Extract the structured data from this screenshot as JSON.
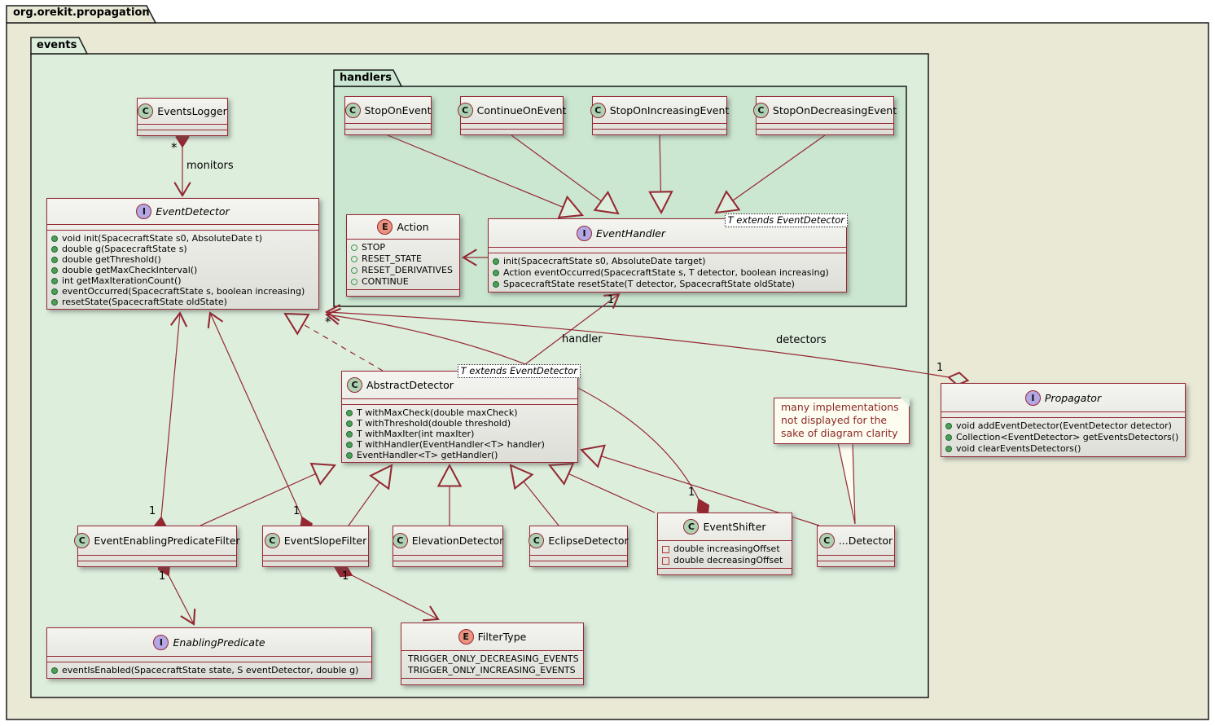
{
  "packages": {
    "root": {
      "label": "org.orekit.propagation"
    },
    "events": {
      "label": "events"
    },
    "handlers": {
      "label": "handlers"
    }
  },
  "spots": {
    "class": "C",
    "interface": "I",
    "enum": "E"
  },
  "generics": {
    "t_extends_eventdetector": "T extends EventDetector"
  },
  "classes": {
    "eventsLogger": {
      "title": "EventsLogger"
    },
    "stopOnEvent": {
      "title": "StopOnEvent"
    },
    "continueOnEvent": {
      "title": "ContinueOnEvent"
    },
    "stopOnIncreasingEvent": {
      "title": "StopOnIncreasingEvent"
    },
    "stopOnDecreasingEvent": {
      "title": "StopOnDecreasingEvent"
    },
    "eventDetector": {
      "title": "EventDetector",
      "methods": [
        "void init(SpacecraftState s0, AbsoluteDate t)",
        "double g(SpacecraftState s)",
        "double getThreshold()",
        "double getMaxCheckInterval()",
        "int getMaxIterationCount()",
        "eventOccurred(SpacecraftState s, boolean increasing)",
        "resetState(SpacecraftState oldState)"
      ]
    },
    "action": {
      "title": "Action",
      "values": [
        "STOP",
        "RESET_STATE",
        "RESET_DERIVATIVES",
        "CONTINUE"
      ]
    },
    "eventHandler": {
      "title": "EventHandler",
      "methods": [
        "init(SpacecraftState s0, AbsoluteDate target)",
        "Action eventOccurred(SpacecraftState s, T detector, boolean increasing)",
        "SpacecraftState resetState(T detector, SpacecraftState oldState)"
      ]
    },
    "abstractDetector": {
      "title": "AbstractDetector",
      "methods": [
        "T withMaxCheck(double maxCheck)",
        "T withThreshold(double threshold)",
        "T withMaxIter(int maxIter)",
        "T withHandler(EventHandler<T> handler)",
        "EventHandler<T> getHandler()"
      ]
    },
    "propagator": {
      "title": "Propagator",
      "methods": [
        "void addEventDetector(EventDetector detector)",
        "Collection<EventDetector> getEventsDetectors()",
        "void clearEventsDetectors()"
      ]
    },
    "eventEnablingPredicateFilter": {
      "title": "EventEnablingPredicateFilter"
    },
    "eventSlopeFilter": {
      "title": "EventSlopeFilter"
    },
    "elevationDetector": {
      "title": "ElevationDetector"
    },
    "eclipseDetector": {
      "title": "EclipseDetector"
    },
    "eventShifter": {
      "title": "EventShifter",
      "fields": [
        "double increasingOffset",
        "double decreasingOffset"
      ]
    },
    "dotDetector": {
      "title": "...Detector"
    },
    "enablingPredicate": {
      "title": "EnablingPredicate",
      "methods": [
        "eventIsEnabled(SpacecraftState state, S eventDetector, double g)"
      ]
    },
    "filterType": {
      "title": "FilterType",
      "values": [
        "TRIGGER_ONLY_DECREASING_EVENTS",
        "TRIGGER_ONLY_INCREASING_EVENTS"
      ]
    }
  },
  "note": {
    "line1": "many implementations",
    "line2": "not displayed for the",
    "line3": "sake of diagram clarity"
  },
  "edge_labels": {
    "monitors": "monitors",
    "handler": "handler",
    "detectors": "detectors"
  },
  "multiplicity": {
    "one": "1",
    "many": "*"
  },
  "colors": {
    "relation_line": "#952832",
    "class_border": "#952832",
    "root_package_fill": "#e9e9d6",
    "events_package_fill": "#ddeedd",
    "handlers_package_fill": "#cbe7d1",
    "class_spot_fill": "#ADD1B2",
    "interface_spot_fill": "#B4A7E5",
    "enum_spot_fill": "#EB937F",
    "note_fill": "#fcfcf1",
    "note_text": "#8e2a25"
  }
}
